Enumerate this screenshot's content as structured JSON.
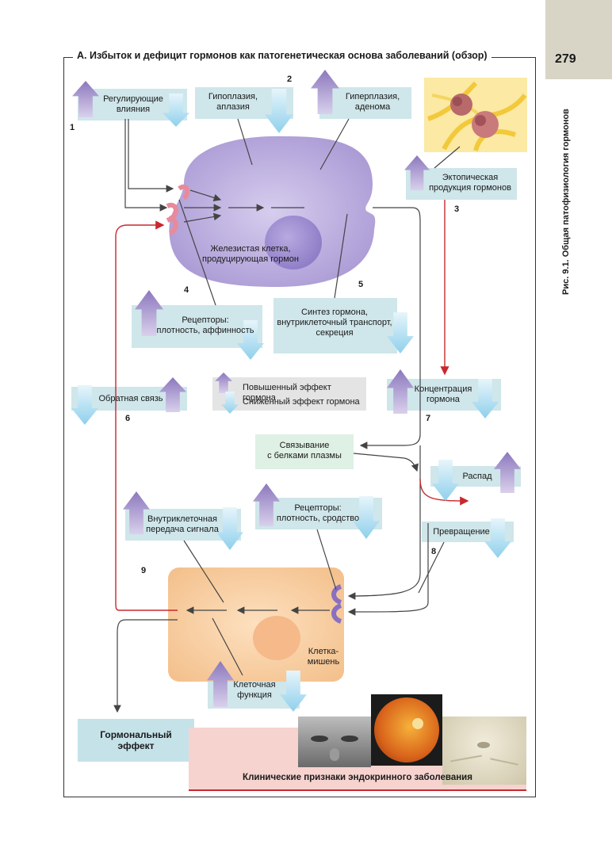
{
  "page": {
    "number": "279",
    "side_caption": "Рис. 9.1.  Общая патофизиология гормонов"
  },
  "section": {
    "title": "A. Избыток и дефицит гормонов как патогенетическая основа заболеваний (обзор)"
  },
  "numbers": [
    "1",
    "2",
    "3",
    "4",
    "5",
    "6",
    "7",
    "8",
    "9"
  ],
  "labels": {
    "regulating": "Регулирующие\nвлияния",
    "hypoplasia": "Гипоплазия,\nаплазия",
    "hyperplasia": "Гиперплазия,\nаденома",
    "ectopic": "Эктопическая\nпродукция гормонов",
    "glandular_cell": "Железистая клетка,\nпродуцирующая гормон",
    "receptors1": "Рецепторы:\nплотность, аффинность",
    "synthesis": "Синтез гормона,\nвнутриклеточный транспорт,\nсекреция",
    "feedback": "Обратная связь",
    "concentration": "Концентрация\nгормона",
    "binding": "Связывание\nс белками плазмы",
    "decay": "Распад",
    "conversion": "Превращение",
    "signal": "Внутриклеточная\nпередача сигнала",
    "receptors2": "Рецепторы:\nплотность, сродство",
    "target_cell": "Клетка-\nмишень",
    "cell_function": "Клеточная\nфункция",
    "hormonal_effect": "Гормональный\nэффект",
    "clinical": "Клинические признаки эндокринного заболевания"
  },
  "legend": {
    "increased": "Повышенный эффект гормона",
    "decreased": "Сниженный эффект гормона"
  },
  "colors": {
    "up_arrow": "#9b87c4",
    "down_arrow": "#a9dcf0",
    "label_box": "#cfe6ea",
    "gland_cell": "#c3b6e0",
    "target_cell": "#f7cda0",
    "red_path": "#c8282e"
  }
}
